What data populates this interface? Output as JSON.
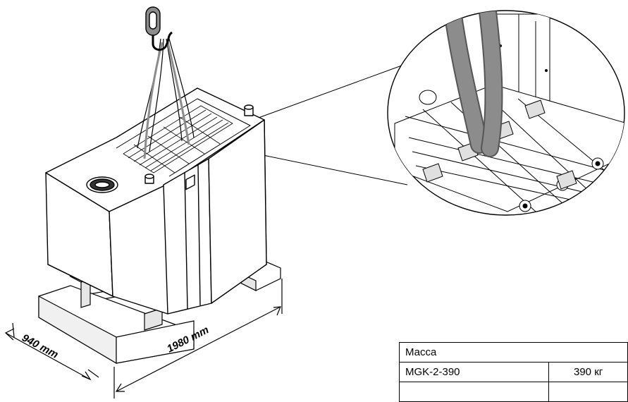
{
  "dimensions": {
    "width": "940 mm",
    "length": "1980 mm"
  },
  "table": {
    "header": "Масса",
    "rows": [
      {
        "model": "MGK-2-390",
        "mass": "390 кг"
      },
      {
        "model": "",
        "mass": ""
      }
    ]
  },
  "colors": {
    "line": "#000000",
    "sling": "#8c8c8c",
    "background": "#ffffff"
  }
}
